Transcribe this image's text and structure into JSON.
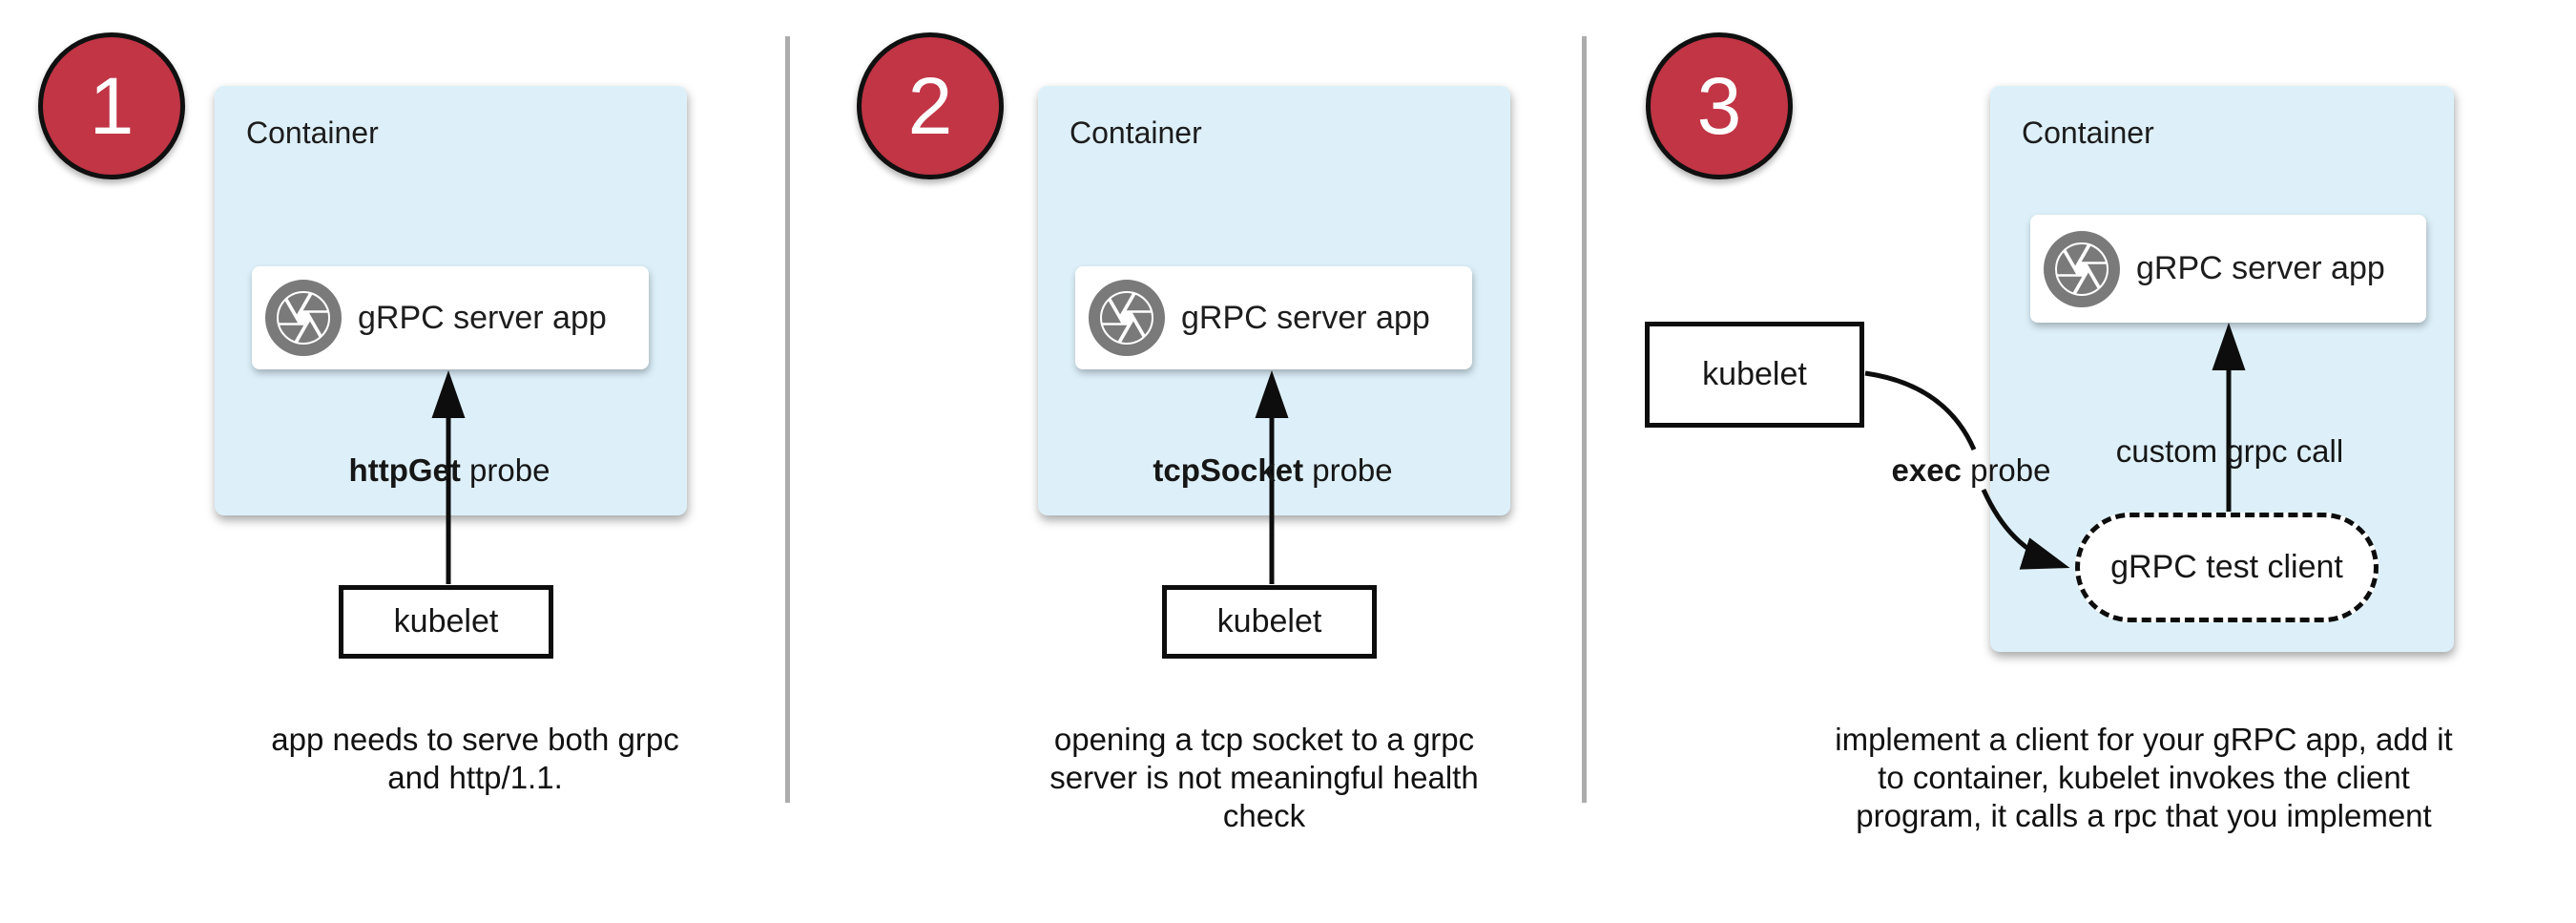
{
  "colors": {
    "accent_red": "#C13545",
    "container_blue": "#DDF0FA",
    "icon_gray": "#7A7A7A",
    "divider_gray": "#ACACAC",
    "ink": "#161616"
  },
  "icons": {
    "app_icon": "camera-aperture"
  },
  "panels": [
    {
      "number": "1",
      "container_label": "Container",
      "app_label": "gRPC server app",
      "probe_bold": "httpGet",
      "probe_rest": " probe",
      "kubelet_label": "kubelet",
      "caption_lines": [
        "app needs to serve both grpc",
        "and http/1.1."
      ]
    },
    {
      "number": "2",
      "container_label": "Container",
      "app_label": "gRPC server app",
      "probe_bold": "tcpSocket",
      "probe_rest": " probe",
      "kubelet_label": "kubelet",
      "caption_lines": [
        "opening a tcp socket to a grpc",
        "server is not meaningful health",
        "check"
      ]
    },
    {
      "number": "3",
      "container_label": "Container",
      "app_label": "gRPC server app",
      "probe_bold": "exec",
      "probe_rest": " probe",
      "kubelet_label": "kubelet",
      "custom_call_label": "custom grpc call",
      "test_client_label": "gRPC test client",
      "caption_lines": [
        "implement a client for your gRPC app, add it",
        "to container, kubelet invokes the client",
        "program, it calls a rpc that you implement"
      ]
    }
  ]
}
